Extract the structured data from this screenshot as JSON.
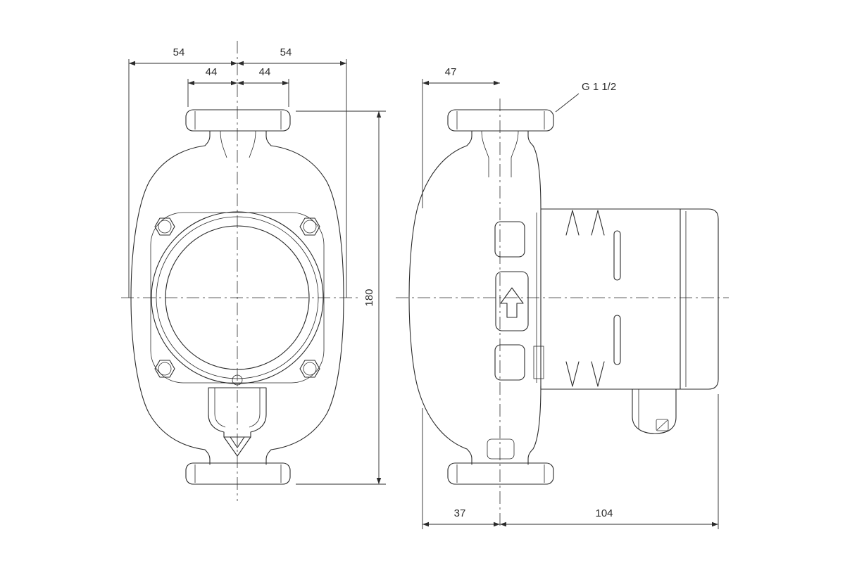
{
  "drawing": {
    "type": "technical-dimensional-drawing",
    "subject": "circulator pump, front view and side view",
    "line_color": "#2b2b2b",
    "background_color": "#ffffff",
    "dimensions": {
      "outer_left": "54",
      "outer_right": "54",
      "inner_left": "44",
      "inner_right": "44",
      "side_width": "47",
      "thread": "G 1 1/2",
      "height": "180",
      "offset_left": "37",
      "offset_right": "104"
    }
  }
}
